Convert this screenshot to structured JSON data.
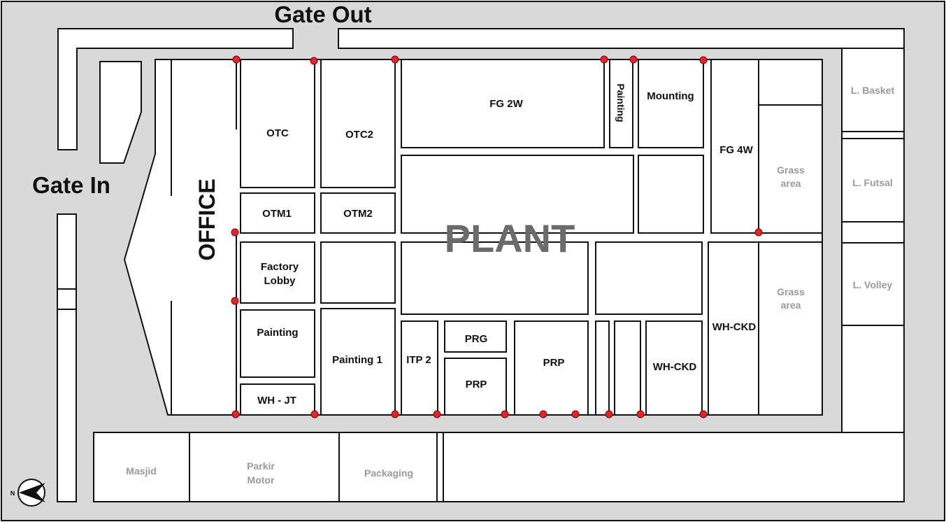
{
  "site": {
    "gate_out": "Gate Out",
    "gate_in": "Gate In",
    "office": "OFFICE",
    "plant": "PLANT",
    "compass_letter": "N"
  },
  "rooms": {
    "otc": "OTC",
    "otc2": "OTC2",
    "otm1": "OTM1",
    "otm2": "OTM2",
    "factory_lobby_1": "Factory",
    "factory_lobby_2": "Lobby",
    "painting": "Painting",
    "wh_jt": "WH - JT",
    "painting_1": "Painting 1",
    "fg_2w": "FG 2W",
    "painting_vertical": "Painting",
    "mounting": "Mounting",
    "fg_4w": "FG 4W",
    "itp_2": "ITP 2",
    "prg": "PRG",
    "prp_small": "PRP",
    "prp_large": "PRP",
    "wh_ckd_1": "WH-CKD",
    "wh_ckd_2": "WH-CKD"
  },
  "outside": {
    "grass_top_1": "Grass",
    "grass_top_2": "area",
    "grass_bottom_1": "Grass",
    "grass_bottom_2": "area",
    "basket": "L. Basket",
    "futsal": "L. Futsal",
    "volley": "L. Volley",
    "masjid": "Masjid",
    "parkir_1": "Parkir",
    "parkir_2": "Motor",
    "packaging": "Packaging"
  },
  "colors": {
    "road": "#d9d9d9",
    "outline": "#111111",
    "marker": "#e8242a",
    "faded_label": "#9a9a9a"
  }
}
